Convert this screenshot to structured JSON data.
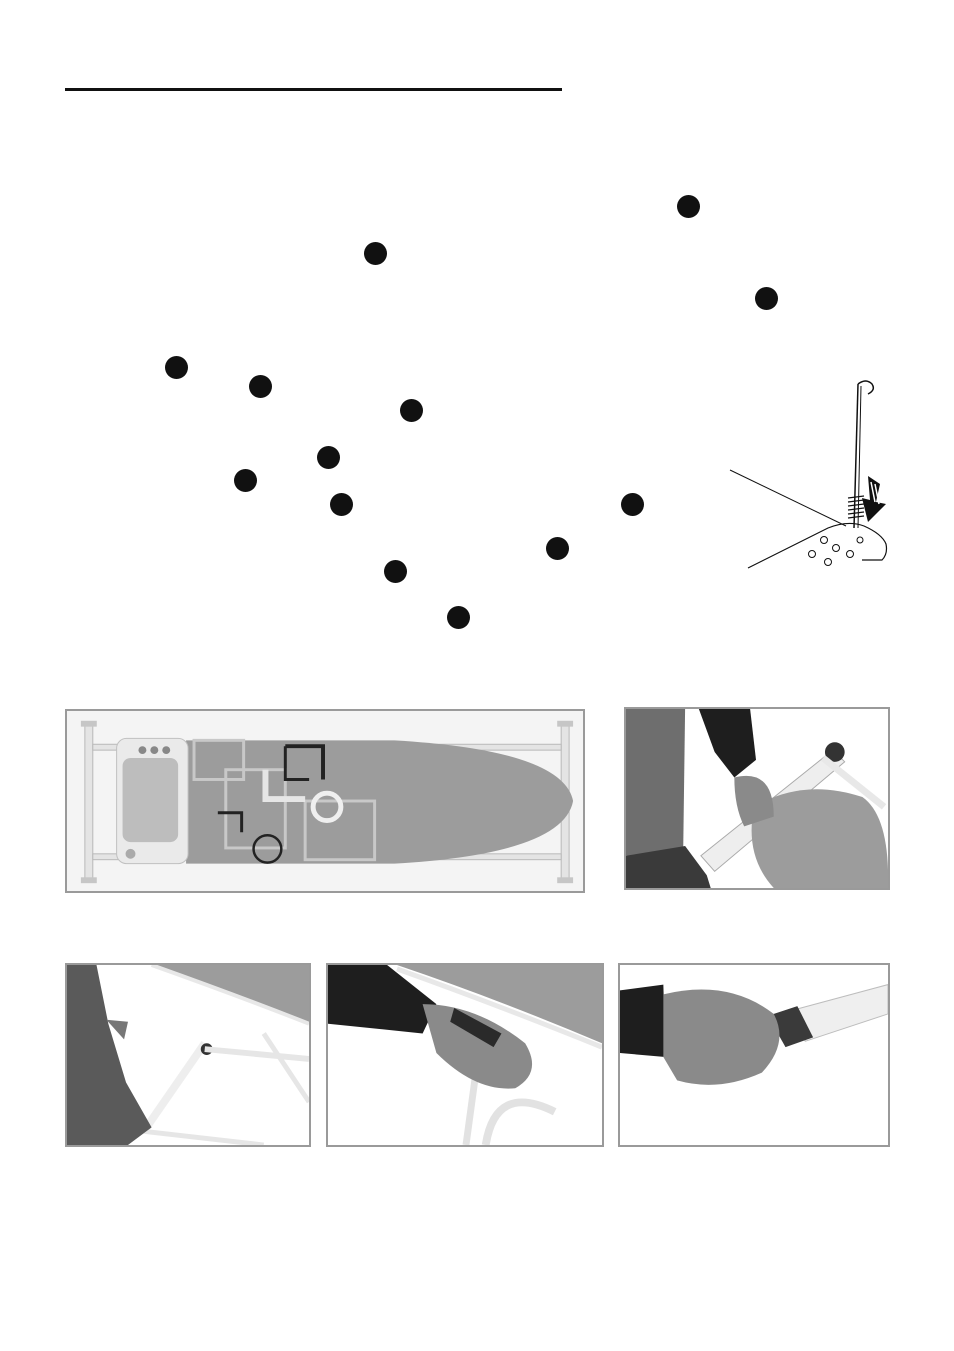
{
  "colors": {
    "ink": "#111111",
    "frame_border": "#9a9a9a",
    "board_cover": "#9c9c9c",
    "frame_tube": "#e8e8e8",
    "sleeve": "#1e1e1e",
    "skin": "#8a8a8a"
  },
  "icons": {
    "callout_marker": "filled-circle",
    "sketch": "hook-spring-line-drawing"
  },
  "photos": [
    "board-top-view-photo",
    "hand-lifting-board-photo",
    "hand-holding-leg-photo",
    "hand-releasing-lever-photo",
    "hand-gripping-leg-end-photo"
  ]
}
